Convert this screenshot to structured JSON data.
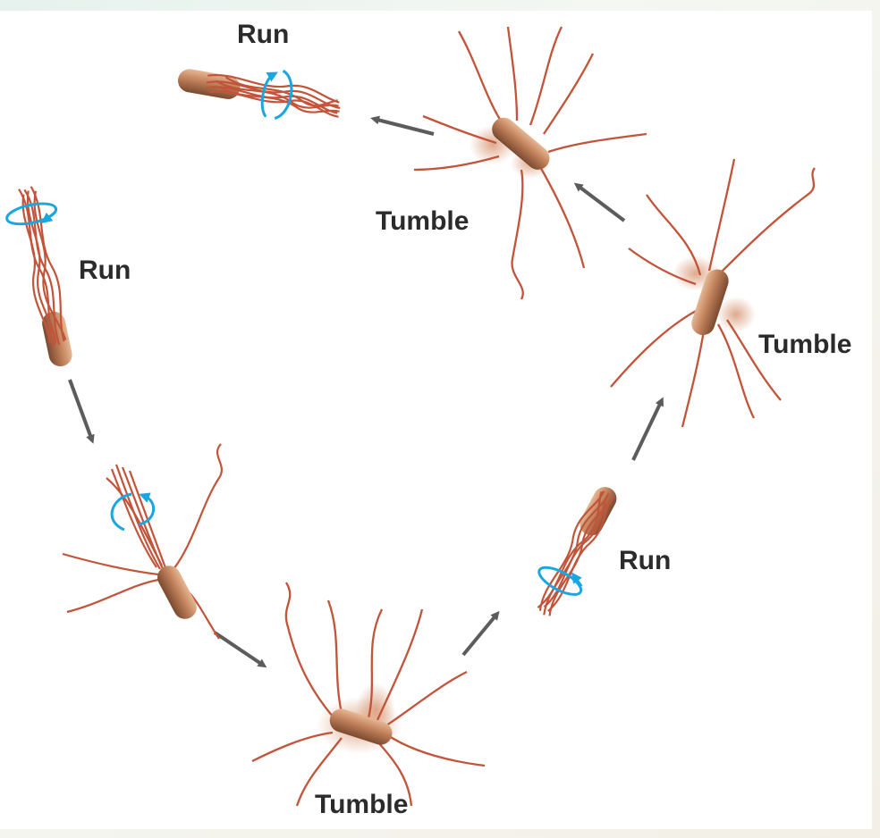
{
  "labels": {
    "run_top": "Run",
    "run_left": "Run",
    "run_right": "Run",
    "tumble_top": "Tumble",
    "tumble_right": "Tumble",
    "tumble_bottom": "Tumble"
  },
  "colors": {
    "flagella": "#c2543a",
    "cell_body": "#b97a55",
    "cell_highlight": "#e0b08f",
    "blur": "#d99a78",
    "rotation_arrow": "#1aa6e0",
    "path_arrow": "#5c5c5c",
    "label_text": "#2b2b2b"
  },
  "icons": {
    "rotation": "rotation-arrow-icon",
    "direction": "direction-arrow-icon"
  }
}
